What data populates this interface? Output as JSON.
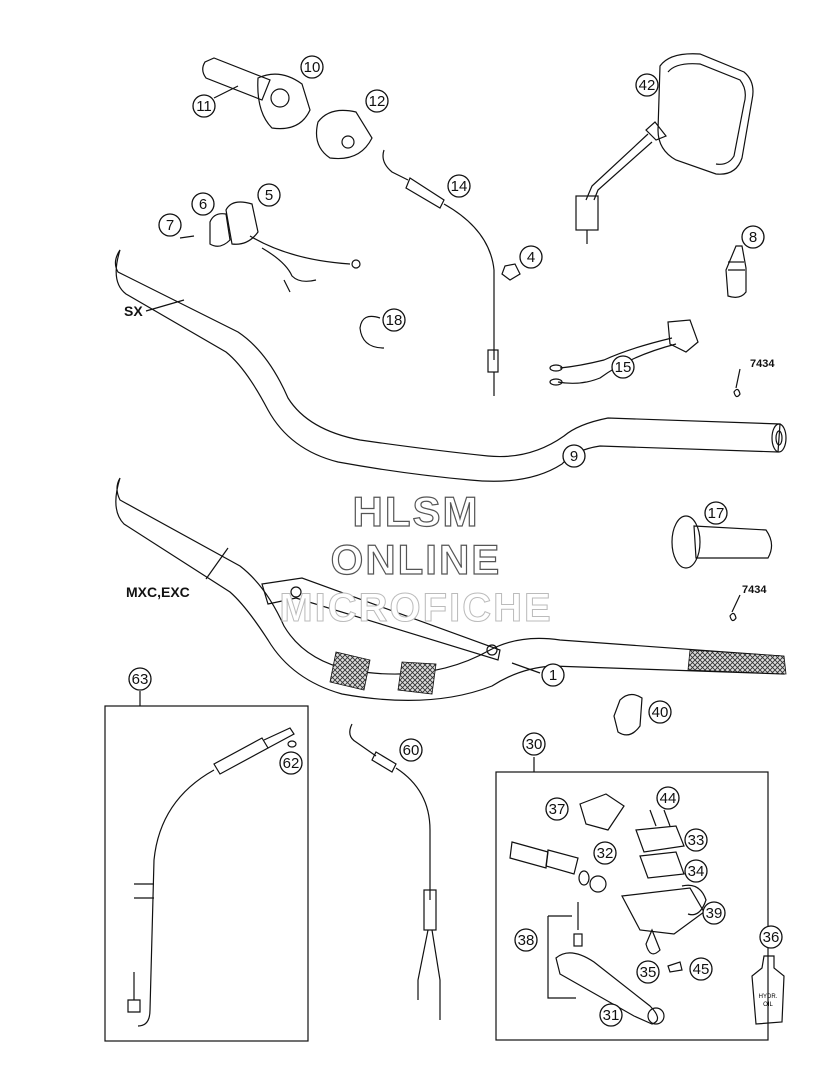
{
  "watermark": {
    "line1": "HLSM",
    "line2": "ONLINE",
    "line3": "MICROFICHE"
  },
  "labels": {
    "sx": "SX",
    "mxc_exc": "MXC,EXC",
    "ref_7434_a": "7434",
    "ref_7434_b": "7434"
  },
  "callouts": {
    "p10": "10",
    "p11": "11",
    "p12": "12",
    "p14": "14",
    "p42": "42",
    "p5": "5",
    "p6": "6",
    "p7": "7",
    "p4": "4",
    "p8": "8",
    "p18": "18",
    "p15": "15",
    "p9": "9",
    "p17": "17",
    "p1": "1",
    "p63": "63",
    "p62": "62",
    "p60": "60",
    "p40": "40",
    "p30": "30",
    "p37": "37",
    "p44": "44",
    "p33": "33",
    "p32": "32",
    "p34": "34",
    "p39": "39",
    "p38": "38",
    "p36": "36",
    "p35": "35",
    "p45": "45",
    "p31": "31"
  },
  "colors": {
    "line": "#111111",
    "background": "#ffffff",
    "knurl": "#555555"
  }
}
